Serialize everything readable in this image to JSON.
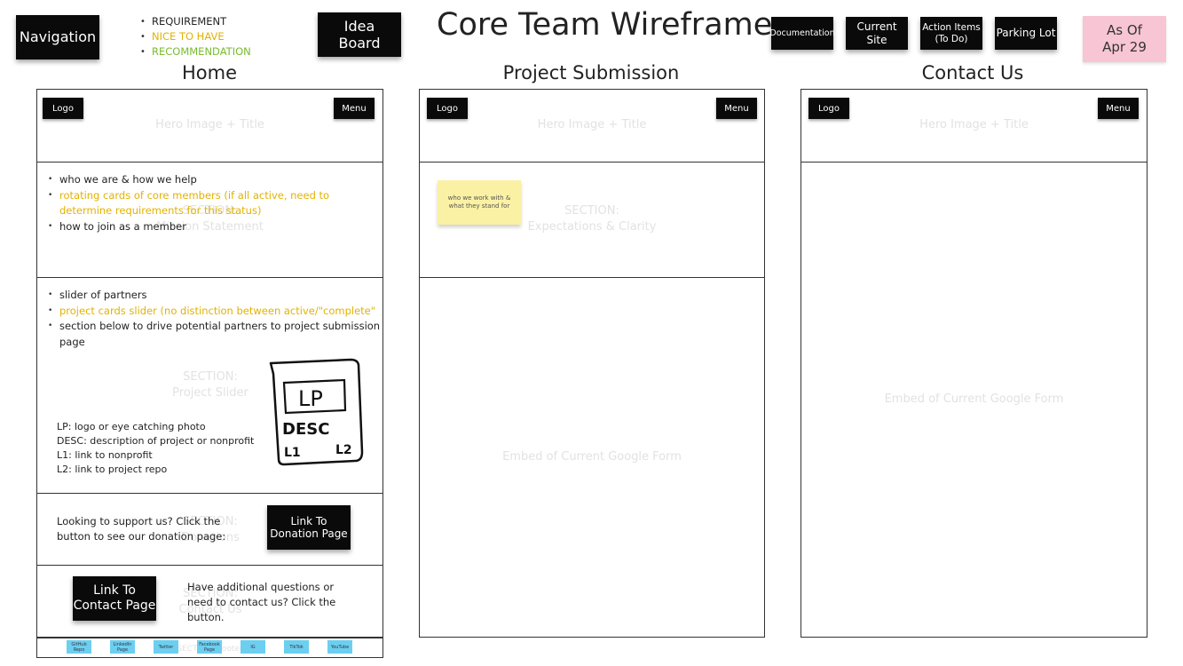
{
  "header": {
    "navigation_label": "Navigation",
    "legend": {
      "requirement": "REQUIREMENT",
      "nice_to_have": "NICE TO HAVE",
      "recommendation": "RECOMMENDATION"
    },
    "idea_board_label": "Idea\nBoard",
    "title": "Core Team Wireframe",
    "buttons": {
      "documentation": "Documentation",
      "current_site": "Current\nSite",
      "action_items": "Action Items\n(To Do)",
      "parking_lot": "Parking Lot"
    },
    "as_of": "As Of\nApr 29"
  },
  "colors": {
    "nice_to_have": "#e3b200",
    "recommendation": "#79bb2e",
    "sticky_dark": "#0a0a0a",
    "pink_note": "#f7c5d3",
    "yellow_note": "#fbf1a4",
    "social_button": "#6ccff0"
  },
  "home": {
    "column_title": "Home",
    "logo": "Logo",
    "menu": "Menu",
    "hero_placeholder": "Hero Image + Title",
    "mission": {
      "ghost": "SECTION:\nMission Statement",
      "notes": [
        {
          "text": "who we are & how we help",
          "type": "requirement"
        },
        {
          "text": "rotating cards of core members (if all active, need to determine requirements for this status)",
          "type": "nice"
        },
        {
          "text": "how to join as a member",
          "type": "requirement"
        }
      ]
    },
    "project_slider": {
      "ghost": "SECTION:\nProject Slider",
      "notes": [
        {
          "text": "slider of partners",
          "type": "requirement"
        },
        {
          "text": "project cards slider (no distinction between active/\"complete\"",
          "type": "nice"
        },
        {
          "text": "section below to drive potential partners to project submission page",
          "type": "requirement"
        }
      ],
      "legend_lines": [
        "LP:  logo or eye catching photo",
        "DESC:  description of project or nonprofit",
        "L1:  link to nonprofit",
        "L2:  link to project repo"
      ],
      "sketch": {
        "lp": "LP",
        "desc": "DESC",
        "l1": "L1",
        "l2": "L2"
      }
    },
    "donations": {
      "ghost": "SECTION:\nDonations",
      "text": "Looking to support us? Click the button to see our donation page:",
      "button": "Link To\nDonation Page"
    },
    "contact": {
      "ghost": "SECTION:\nContact Us",
      "button": "Link To\nContact Page",
      "text": "Have additional questions or need to contact us? Click the button."
    },
    "footer": {
      "ghost": "SECTION: Footer",
      "socials": [
        "GitHub\nRepo",
        "LinkedIn\nPage",
        "Twitter",
        "Facebook\nPage",
        "IG",
        "TikTok",
        "YouTube"
      ]
    }
  },
  "project_submission": {
    "column_title": "Project Submission",
    "logo": "Logo",
    "menu": "Menu",
    "hero_placeholder": "Hero Image + Title",
    "section_ghost": "SECTION:\nExpectations & Clarity",
    "sticky_note": "who we work with &\nwhat they stand for",
    "form_placeholder": "Embed of Current Google Form"
  },
  "contact_us": {
    "column_title": "Contact Us",
    "logo": "Logo",
    "menu": "Menu",
    "hero_placeholder": "Hero Image + Title",
    "form_placeholder": "Embed of Current Google Form"
  }
}
